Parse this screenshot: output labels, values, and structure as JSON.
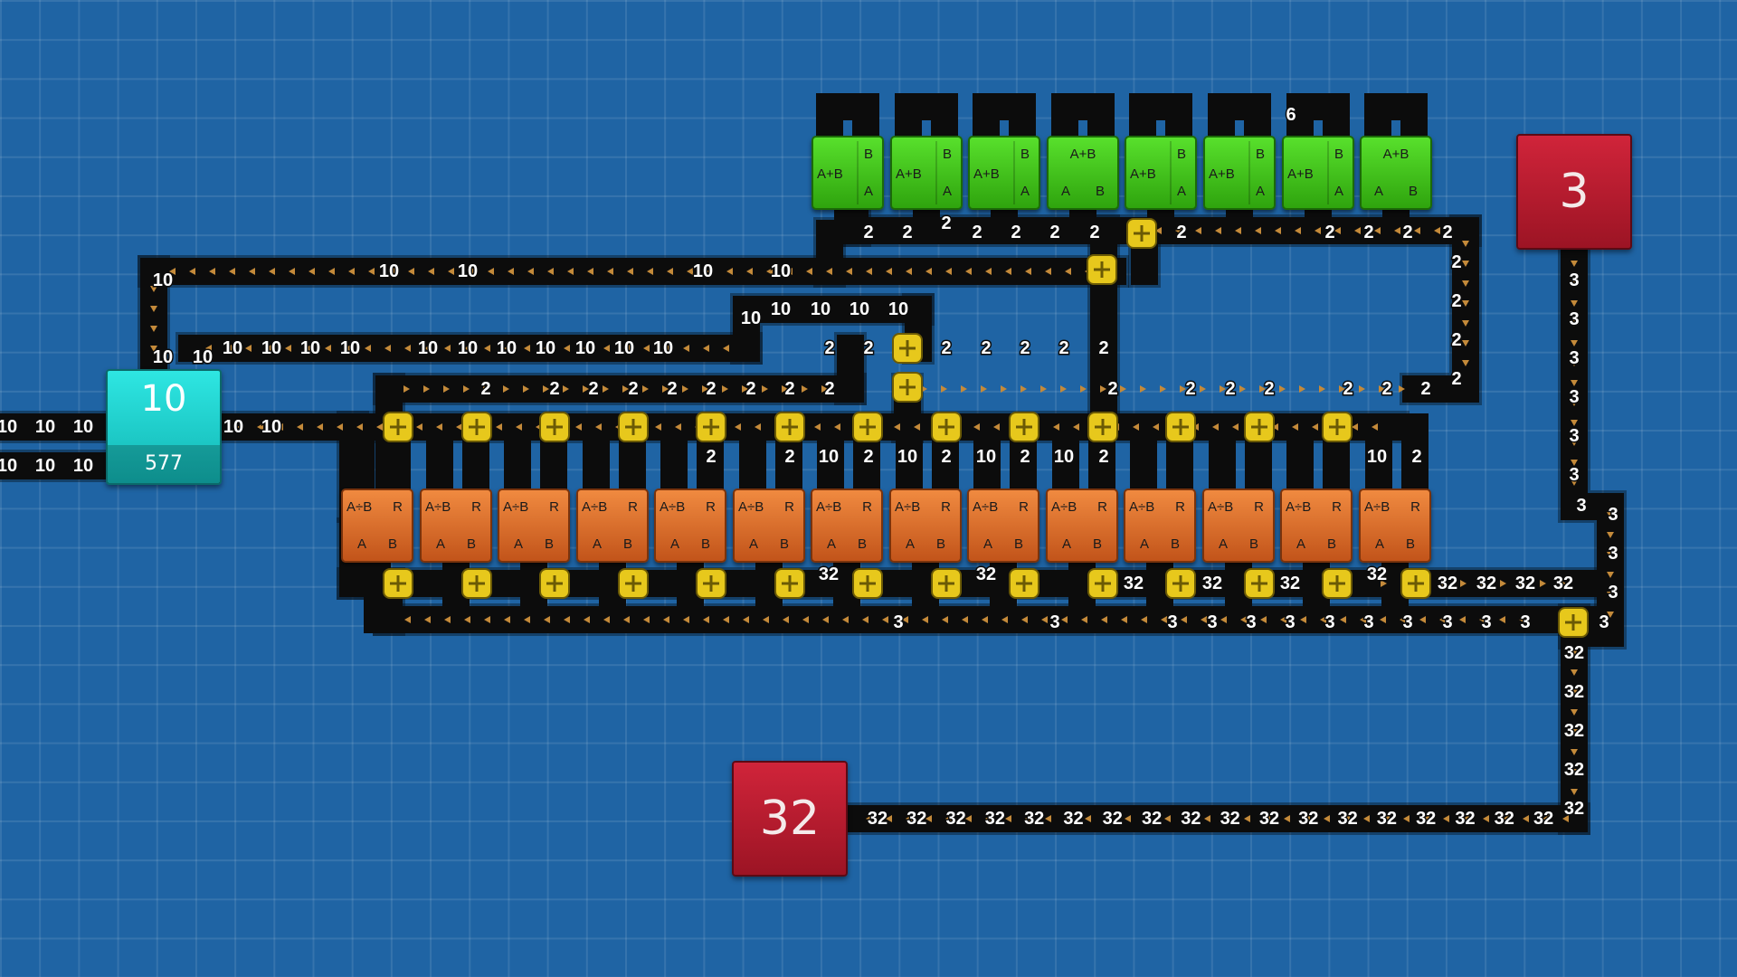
{
  "source": {
    "value": "10",
    "count": "577"
  },
  "target_top": {
    "value": "3"
  },
  "target_bottom": {
    "value": "32"
  },
  "green_ops": [
    {
      "op": "A+B",
      "in_b": "B",
      "in_a": "A",
      "layout": "side"
    },
    {
      "op": "A+B",
      "in_b": "B",
      "in_a": "A",
      "layout": "side"
    },
    {
      "op": "A+B",
      "in_b": "B",
      "in_a": "A",
      "layout": "side"
    },
    {
      "op": "A+B",
      "in_b": "B",
      "in_a": "A",
      "layout": "bottom"
    },
    {
      "op": "A+B",
      "in_b": "B",
      "in_a": "A",
      "layout": "side"
    },
    {
      "op": "A+B",
      "in_b": "B",
      "in_a": "A",
      "layout": "side"
    },
    {
      "op": "A+B",
      "in_b": "B",
      "in_a": "A",
      "layout": "side"
    },
    {
      "op": "A+B",
      "in_b": "B",
      "in_a": "A",
      "layout": "bottom"
    }
  ],
  "orange_op": {
    "op": "A÷B",
    "out": "R",
    "in_a": "A",
    "in_b": "B",
    "count": 14
  },
  "belt_labels": {
    "left_edge_top": [
      "10",
      "10",
      "10"
    ],
    "left_edge_bottom": [
      "10",
      "10",
      "10"
    ],
    "source_out": [
      "10",
      "10"
    ],
    "top_row": [
      "10",
      "10",
      "10",
      "10",
      "10"
    ],
    "mid_row": [
      "10",
      "10",
      "10",
      "10",
      "10",
      "10",
      "10",
      "10",
      "10",
      "10",
      "10",
      "10",
      "10"
    ],
    "row_280": [
      "10",
      "10",
      "10",
      "10",
      "10"
    ],
    "twos_row_208": [
      "2",
      "2",
      "2",
      "2",
      "2",
      "2",
      "2",
      "2",
      "2",
      "2",
      "2",
      "2"
    ],
    "twos_row_315": [
      "2",
      "2",
      "2",
      "2",
      "2",
      "2",
      "2"
    ],
    "twos_row_350": [
      "2",
      "2",
      "2",
      "2",
      "2",
      "2",
      "2",
      "2",
      "2",
      "2",
      "2",
      "2",
      "2",
      "2",
      "2",
      "2"
    ],
    "twos_column_right": [
      "2",
      "2",
      "2",
      "2"
    ],
    "top_six": "6",
    "threes_column": [
      "3",
      "3",
      "3",
      "3",
      "3",
      "3",
      "3",
      "3",
      "3",
      "3",
      "3"
    ],
    "threes_row": [
      "3",
      "3",
      "3",
      "3",
      "3",
      "3",
      "3",
      "3",
      "3",
      "3",
      "3",
      "3"
    ],
    "thirtytwo_column": [
      "32",
      "32",
      "32",
      "32",
      "32"
    ],
    "thirtytwo_row_bottom": [
      "32",
      "32",
      "32",
      "32",
      "32",
      "32",
      "32",
      "32",
      "32",
      "32",
      "32",
      "32",
      "32",
      "32",
      "32",
      "32",
      "32",
      "32"
    ],
    "thirtytwo_row_527": [
      "32",
      "32",
      "32",
      "32",
      "32",
      "32",
      "32",
      "32",
      "32",
      "32"
    ],
    "under_orange": [
      "10",
      "2",
      "10",
      "2",
      "10",
      "2",
      "10",
      "2",
      "2",
      "2",
      "10",
      "2"
    ]
  },
  "colors": {
    "background": "#1f64a4",
    "belt": "#0c0c0c",
    "splitter": "#e7c81c",
    "green_op": "#3dbb18",
    "orange_op": "#d96a2a",
    "red_target": "#b81c2e",
    "cyan_source": "#1ccfcc"
  }
}
